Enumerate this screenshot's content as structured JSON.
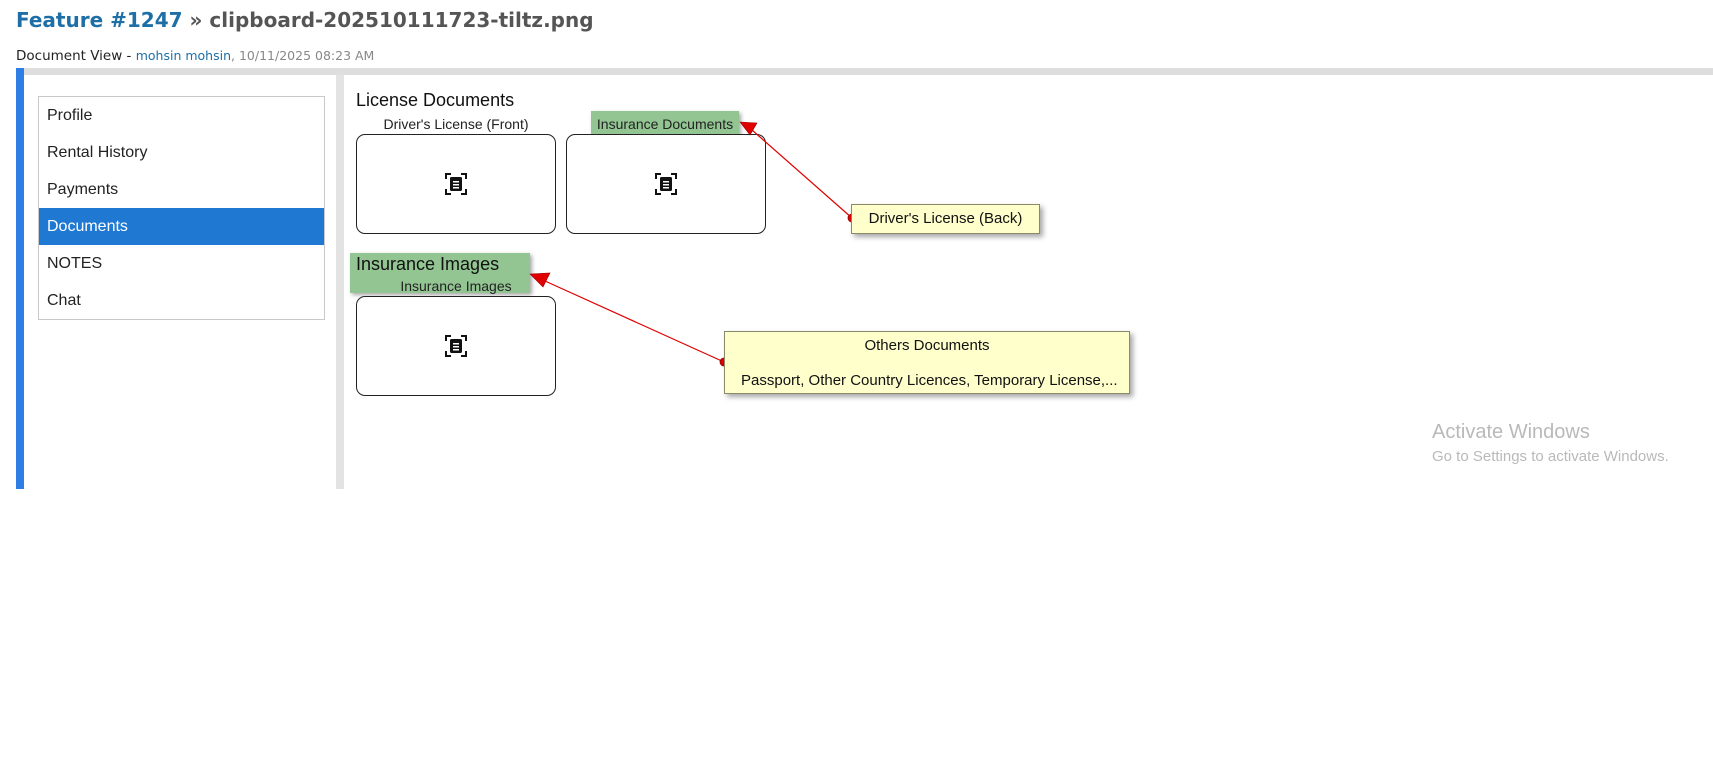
{
  "header": {
    "feature_link": "Feature #1247",
    "separator": " » ",
    "filename": "clipboard-202510111723-tiltz.png"
  },
  "meta": {
    "prefix": "Document View - ",
    "author": "mohsin mohsin",
    "comma": ", ",
    "date": "10/11/2025 08:23 AM"
  },
  "sidebar": {
    "items": [
      {
        "label": "Profile"
      },
      {
        "label": "Rental History"
      },
      {
        "label": "Payments"
      },
      {
        "label": "Documents",
        "active": true
      },
      {
        "label": "NOTES"
      },
      {
        "label": "Chat"
      }
    ]
  },
  "license_section": {
    "title": "License Documents",
    "front_label": "Driver's License (Front)",
    "back_label_highlight": "Insurance Documents"
  },
  "insurance_section": {
    "title": "Insurance Images",
    "card_label": "Insurance Images"
  },
  "annotations": {
    "note_back": "Driver's License (Back)",
    "note_others_title": "Others Documents",
    "note_others_body": "Passport, Other Country Licences, Temporary License,..."
  },
  "watermark": {
    "title": "Activate Windows",
    "subtitle": "Go to Settings to activate Windows."
  },
  "colors": {
    "accent": "#1f78d1",
    "link": "#1d6fa5",
    "highlight_green": "#5faa5f",
    "note_yellow": "#ffffcc",
    "arrow_red": "#e00000"
  },
  "icons": [
    "document-scan-icon",
    "arrow-icon"
  ]
}
